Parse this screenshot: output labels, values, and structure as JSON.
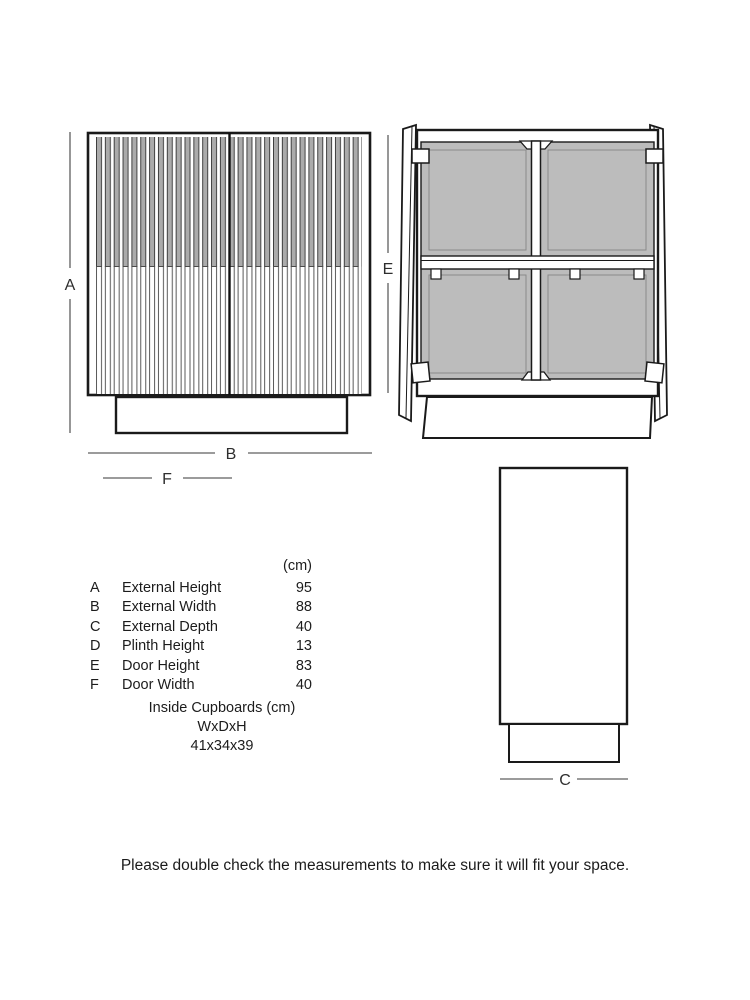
{
  "labels": {
    "a": "A",
    "b": "B",
    "c": "C",
    "e": "E",
    "f": "F"
  },
  "table": {
    "unit_header": "(cm)",
    "rows": [
      {
        "key": "A",
        "name": "External Height",
        "value": "95"
      },
      {
        "key": "B",
        "name": "External Width",
        "value": "88"
      },
      {
        "key": "C",
        "name": "External Depth",
        "value": "40"
      },
      {
        "key": "D",
        "name": "Plinth Height",
        "value": "13"
      },
      {
        "key": "E",
        "name": "Door Height",
        "value": "83"
      },
      {
        "key": "F",
        "name": "Door Width",
        "value": "40"
      }
    ],
    "inside_cupboards": {
      "title": "Inside Cupboards (cm)",
      "format": "WxDxH",
      "value": "41x34x39"
    }
  },
  "footer": {
    "note": "Please double check the measurements to make sure it will fit your space."
  },
  "colors": {
    "line": "#1a1a1a",
    "dim_line": "#5f5f5f",
    "interior_gray": "#bcbcbc",
    "flute_gray": "#ababab",
    "inner_outline": "#8a8a8a",
    "background": "#ffffff"
  }
}
